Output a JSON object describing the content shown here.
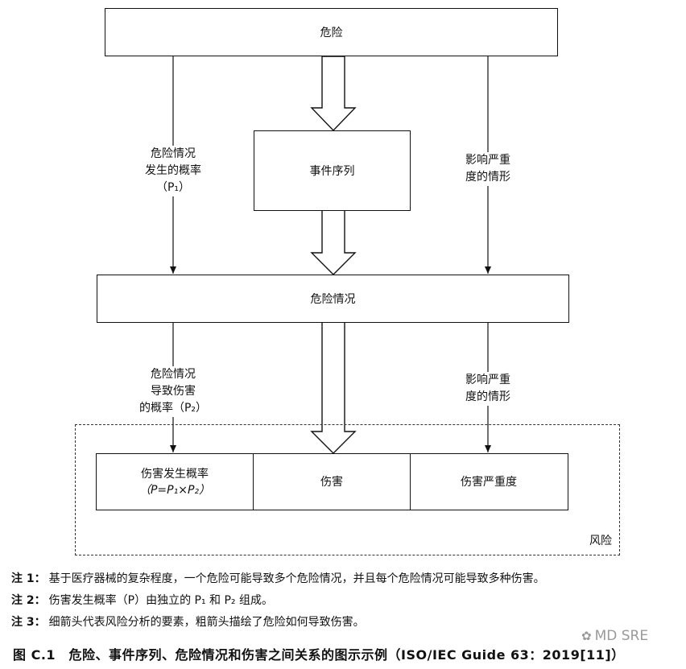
{
  "boxes": {
    "hazard": "危险",
    "event_sequence": "事件序列",
    "hazardous_situation": "危险情况",
    "harm_probability": "伤害发生概率",
    "harm_probability_formula": "（P=P₁×P₂）",
    "harm": "伤害",
    "harm_severity": "伤害严重度"
  },
  "labels": {
    "p1": [
      "危险情况",
      "发生的概率",
      "（P₁）"
    ],
    "severity_top": [
      "影响严重",
      "度的情形"
    ],
    "p2": [
      "危险情况",
      "导致伤害",
      "的概率（P₂）"
    ],
    "severity_bottom": [
      "影响严重",
      "度的情形"
    ],
    "risk": "风险"
  },
  "notes": [
    {
      "prefix": "注 1：",
      "text": "基于医疗器械的复杂程度，一个危险可能导致多个危险情况，并且每个危险情况可能导致多种伤害。"
    },
    {
      "prefix": "注 2：",
      "text": "伤害发生概率（P）由独立的 P₁ 和 P₂ 组成。"
    },
    {
      "prefix": "注 3：",
      "text": "细箭头代表风险分析的要素，粗箭头描绘了危险如何导致伤害。"
    }
  ],
  "caption": "图 C.1　危险、事件序列、危险情况和伤害之间关系的图示示例（ISO/IEC Guide 63：2019[11]）",
  "watermark": "MD SRE",
  "colors": {
    "line": "#111111",
    "dashed": "#333333",
    "watermark": "#9a9a9a"
  }
}
